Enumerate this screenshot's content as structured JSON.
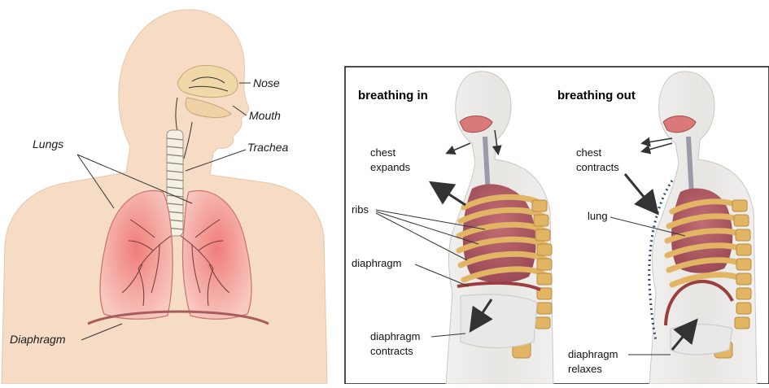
{
  "left_diagram": {
    "labels": {
      "nose": "Nose",
      "mouth": "Mouth",
      "trachea": "Trachea",
      "lungs": "Lungs",
      "diaphragm": "Diaphragm"
    }
  },
  "right_diagram": {
    "breathing_in": {
      "heading": "breathing in",
      "chest_expands": [
        "chest",
        "expands"
      ],
      "ribs": "ribs",
      "diaphragm": "diaphragm",
      "diaphragm_contracts": [
        "diaphragm",
        "contracts"
      ]
    },
    "breathing_out": {
      "heading": "breathing out",
      "chest_contracts": [
        "chest",
        "contracts"
      ],
      "lung": "lung",
      "diaphragm_relaxes": [
        "diaphragm",
        "relaxes"
      ]
    }
  },
  "colors": {
    "skin": "#f6dcc4",
    "lung": "#f3a9a3",
    "rib": "#e2b565",
    "body_panel": "#ecebe7",
    "arrow": "#333333",
    "dotted_outline": "#2d4a7a"
  }
}
